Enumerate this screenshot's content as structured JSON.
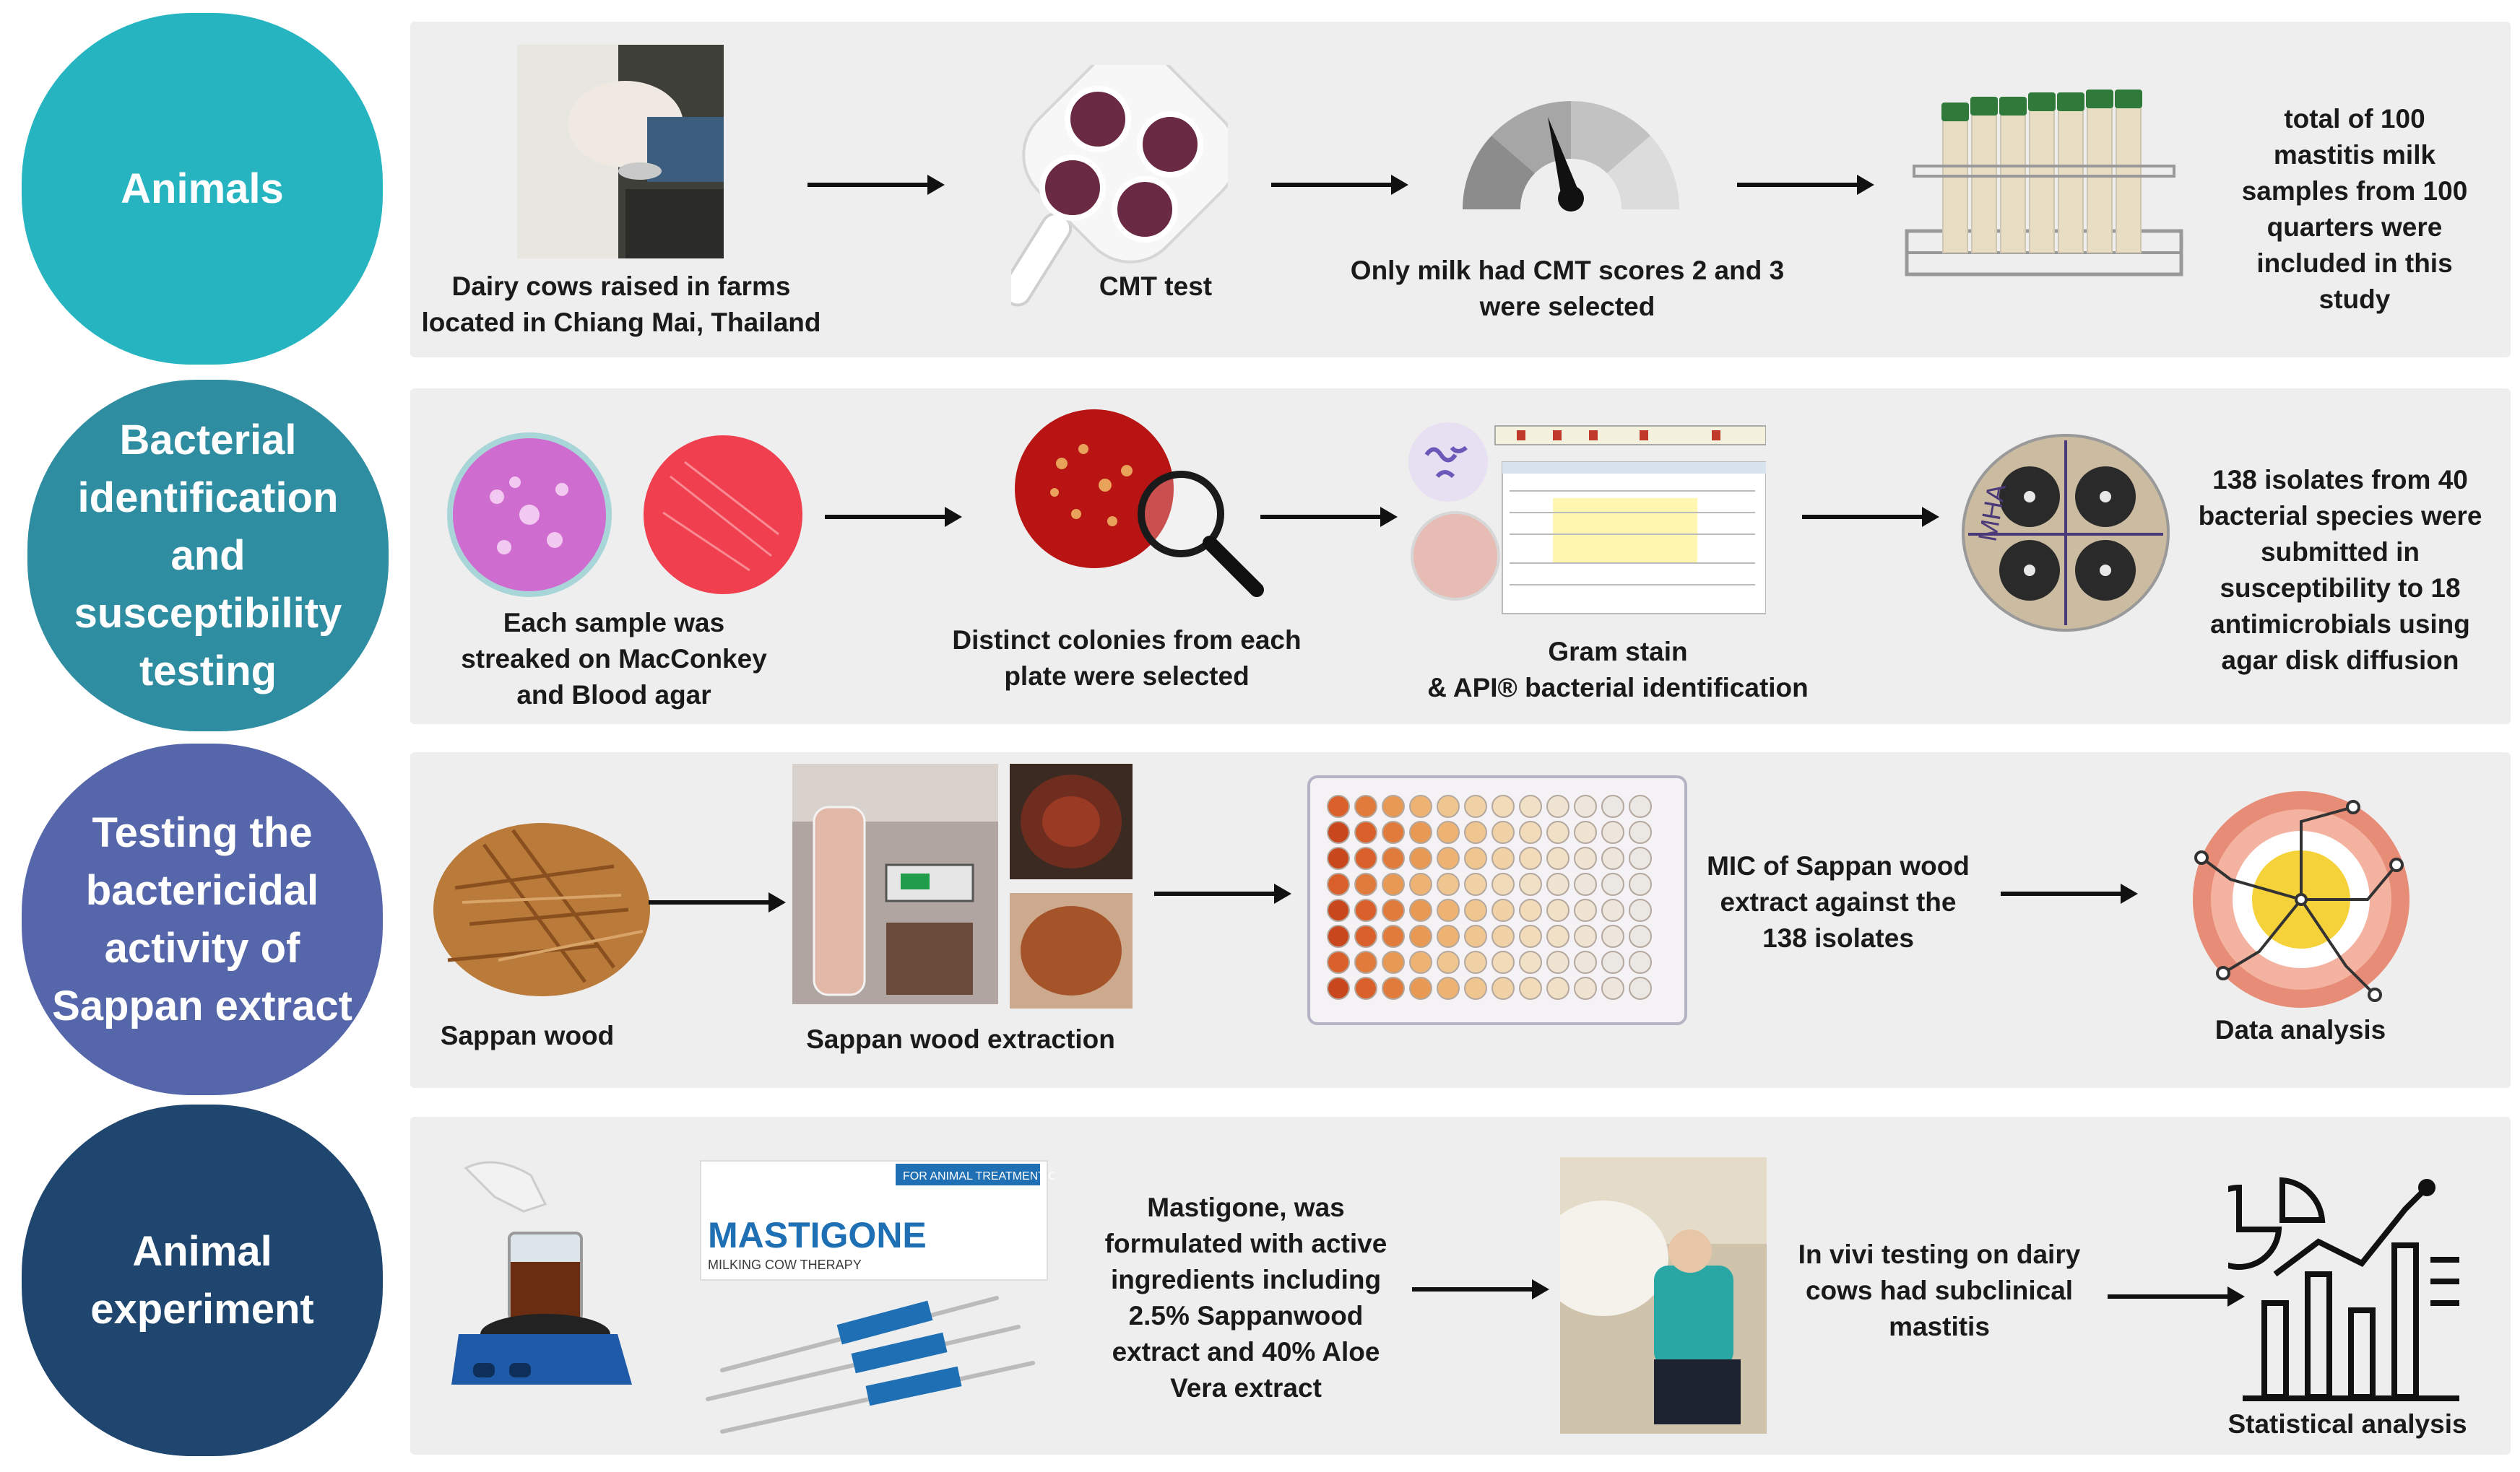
{
  "colors": {
    "row1": "#26b5c0",
    "row2": "#2f8da1",
    "row3": "#5567aa",
    "row4": "#1e466f",
    "panel": "#eeeeee"
  },
  "rows": [
    {
      "label": "Animals",
      "captions": [
        "Dairy cows raised in farms\nlocated in Chiang Mai, Thailand",
        "CMT test",
        "Only milk had CMT scores 2 and 3\nwere selected",
        "total of 100\nmastitis milk\nsamples from 100\nquarters were\nincluded in this\nstudy"
      ]
    },
    {
      "label": "Bacterial\nidentification\nand\nsusceptibility\ntesting",
      "captions": [
        "Each sample was\nstreaked on MacConkey\nand Blood agar",
        "Distinct colonies from each\nplate were selected",
        "Gram stain\n& API® bacterial identification",
        "138 isolates from 40\nbacterial species were\nsubmitted in\nsusceptibility to 18\nantimicrobials using\nagar disk diffusion"
      ],
      "plate_label": "MHA"
    },
    {
      "label": "Testing the\nbactericidal\nactivity of\nSappan extract",
      "captions": [
        "Sappan wood",
        "Sappan wood extraction",
        "MIC of Sappan wood\nextract against the\n138 isolates",
        "Data analysis"
      ]
    },
    {
      "label": "Animal\nexperiment",
      "captions": [
        "Mastigone, was\nformulated with active\ningredients including\n2.5% Sappanwood\nextract and 40% Aloe\nVera extract",
        "In vivi testing on dairy\ncows had subclinical\nmastitis",
        "Statistical analysis"
      ],
      "product_name": "MASTIGONE",
      "product_subtitle": "MILKING COW THERAPY",
      "product_banner": "FOR ANIMAL TREATMENT ONLY"
    }
  ]
}
